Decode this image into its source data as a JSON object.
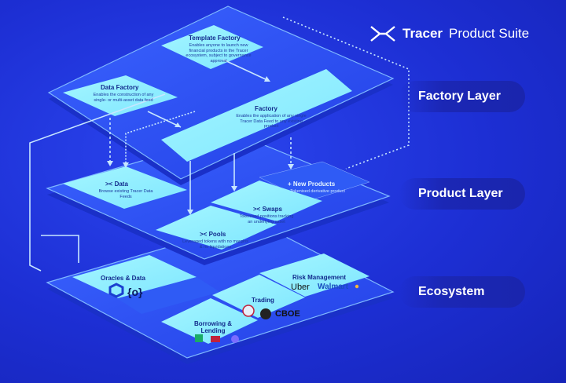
{
  "brand": {
    "name_bold": "Tracer",
    "name_rest": "Product Suite",
    "icon": "tracer-logo-icon"
  },
  "layers": [
    {
      "label": "Factory Layer"
    },
    {
      "label": "Product Layer"
    },
    {
      "label": "Ecosystem"
    }
  ],
  "factory": {
    "template_factory": {
      "title": "Template Factory",
      "text": "Enables anyone to launch new financial products in the Tracer ecosystem, subject to governance approval"
    },
    "data_factory": {
      "title": "Data Factory",
      "text": "Enables the construction of any single- or multi-asset data feed"
    },
    "factory": {
      "title": "Factory",
      "text": "Enables the application of any single Tracer Data Feed to any existing product"
    }
  },
  "product": {
    "data": {
      "title": "Data",
      "text": "Browse existing Tracer Data Feeds"
    },
    "new_products": {
      "title": "+ New Products",
      "text": "Tokenised derivative product"
    },
    "swaps": {
      "title": "Swaps",
      "text": "Tokenised positions tracking an underlying asset"
    },
    "pools": {
      "title": "Pools",
      "text": "Leveraged tokens with no margins & no liquidations"
    }
  },
  "ecosystem": {
    "oracles": {
      "title": "Oracles & Data"
    },
    "risk": {
      "title": "Risk Management",
      "logos": [
        "Uber",
        "Walmart"
      ]
    },
    "trading": {
      "title": "Trading",
      "logos": [
        "CBOE"
      ]
    },
    "lending": {
      "title": "Borrowing & Lending"
    }
  },
  "colors": {
    "background": "#1f2fd6",
    "card": "#8ff0ff",
    "card_text": "#122a8c",
    "highlight": "#2f5bf5"
  }
}
